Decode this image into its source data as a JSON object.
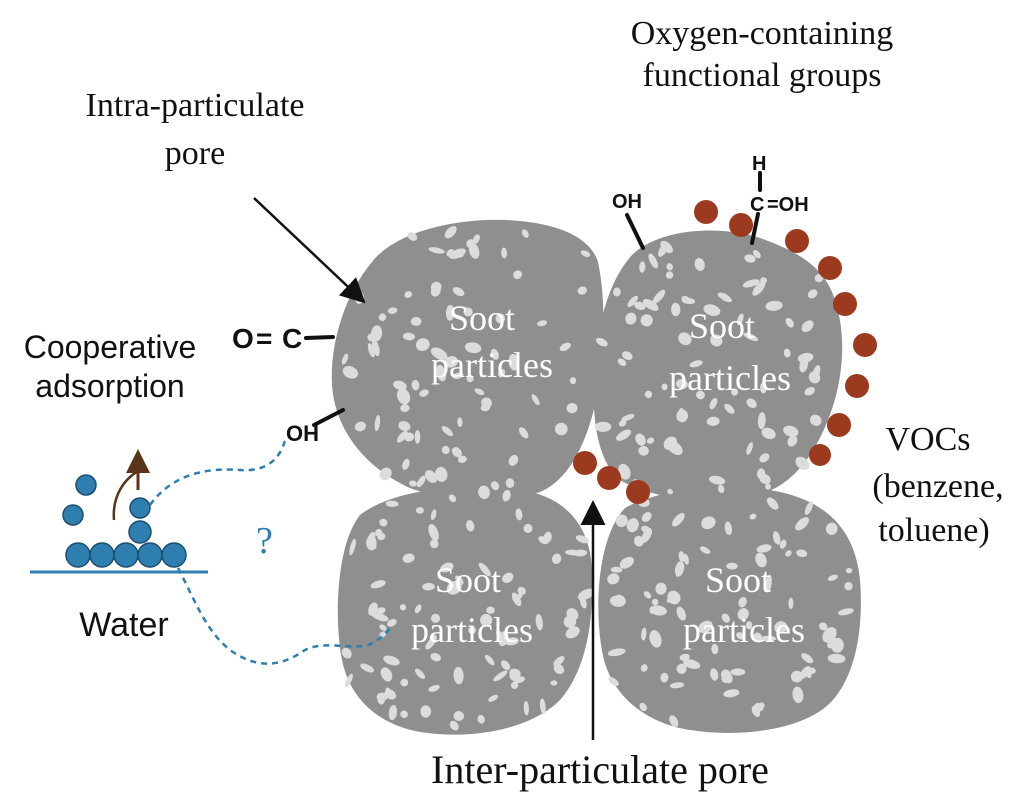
{
  "labels": {
    "oxygen_line1": "Oxygen-containing",
    "oxygen_line2": "functional groups",
    "intra_line1": "Intra-particulate",
    "intra_line2": "pore",
    "coop_line1": "Cooperative",
    "coop_line2": "adsorption",
    "water": "Water",
    "vocs_line1": "VOCs",
    "vocs_line2": "(benzene,",
    "vocs_line3": "toluene)",
    "inter": "Inter-particulate pore",
    "question_mark": "?"
  },
  "particles": [
    {
      "line1": "Soot",
      "line2": "particles"
    },
    {
      "line1": "Soot",
      "line2": "particles"
    },
    {
      "line1": "Soot",
      "line2": "particles"
    },
    {
      "line1": "Soot",
      "line2": "particles"
    }
  ],
  "groups": {
    "oh_top": "OH",
    "formyl_h": "H",
    "formyl_c": "C",
    "formyl_oh": "=OH",
    "co_o": "O",
    "co_eq": "=",
    "co_c": "C",
    "oh_left": "OH"
  },
  "colors": {
    "soot": "#8f8f8f",
    "pore": "#dcdcdc",
    "voc": "#9b3a1e",
    "water": "#2e7fb0",
    "arrow_brown": "#5a3418",
    "text": "#111111"
  }
}
